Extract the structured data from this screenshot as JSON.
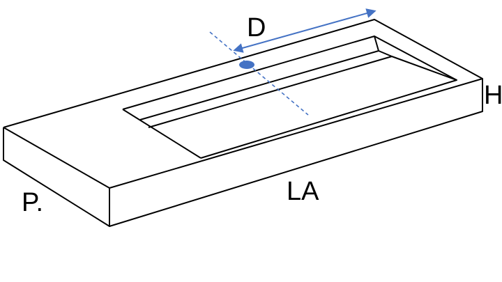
{
  "diagram": {
    "labels": {
      "depth_marker": "D",
      "height": "H",
      "length": "LA",
      "front_depth": "P."
    },
    "colors": {
      "outline": "#000000",
      "dimension_arrow": "#4472c4",
      "dashed_axis": "#4472c4",
      "drain_hole": "#4472c4",
      "background": "#ffffff"
    }
  }
}
